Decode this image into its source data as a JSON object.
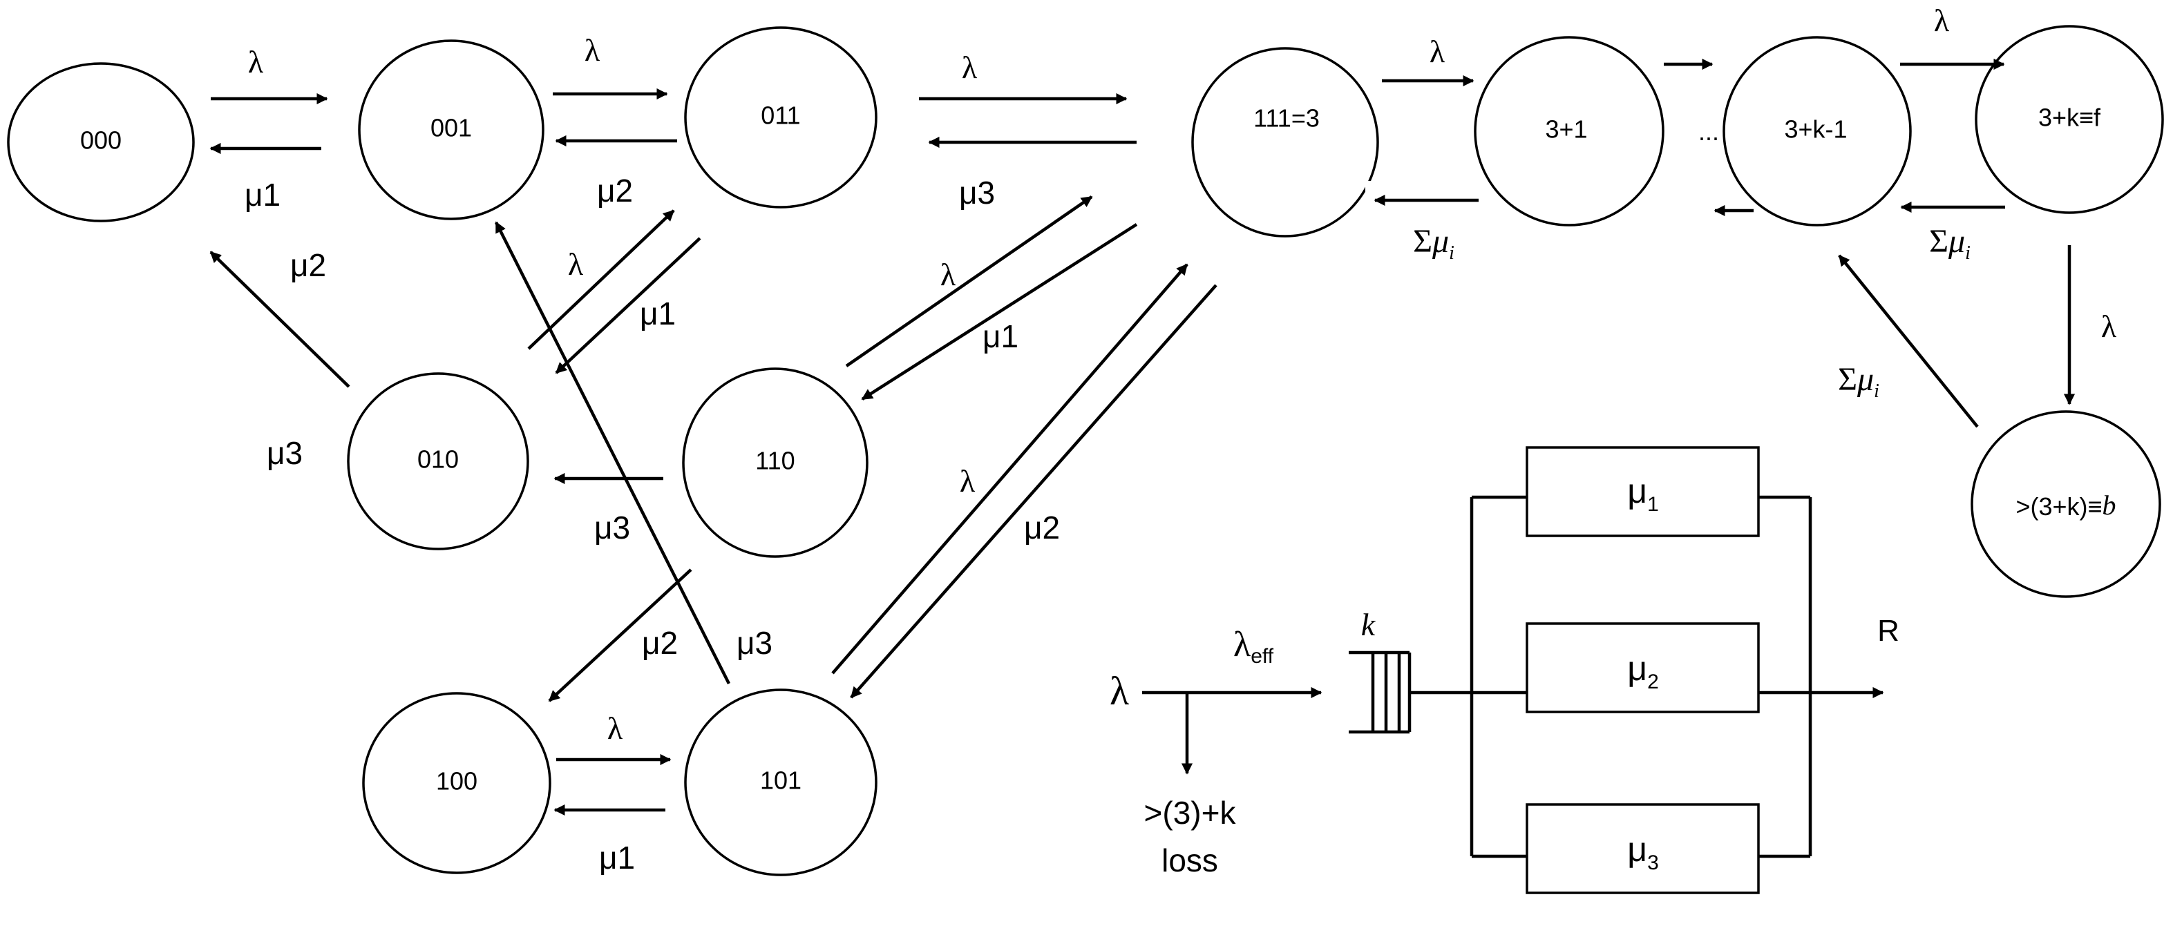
{
  "states": {
    "s000": "000",
    "s001": "001",
    "s011": "011",
    "s111": "111=3",
    "s3p1": "3+1",
    "s3pkm1": "3+k-1",
    "s3pk": "3+k≡f",
    "s010": "010",
    "s110": "110",
    "s100": "100",
    "s101": "101",
    "sblock_prefix": ">(3+k)≡",
    "sblock_var": "b"
  },
  "rates": {
    "lambda": "λ",
    "mu1": "μ1",
    "mu2": "μ2",
    "mu3": "μ3",
    "sigma": "Σ",
    "mu": "μ",
    "i": "i",
    "ellipsis": "..."
  },
  "queue": {
    "lambda": "λ",
    "lambda_eff": "λ",
    "eff": "eff",
    "k": "k",
    "loss_line1": ">(3)+k",
    "loss_line2": "loss",
    "output": "R",
    "servers": [
      {
        "mu": "μ",
        "sub": "1"
      },
      {
        "mu": "μ",
        "sub": "2"
      },
      {
        "mu": "μ",
        "sub": "3"
      }
    ]
  }
}
